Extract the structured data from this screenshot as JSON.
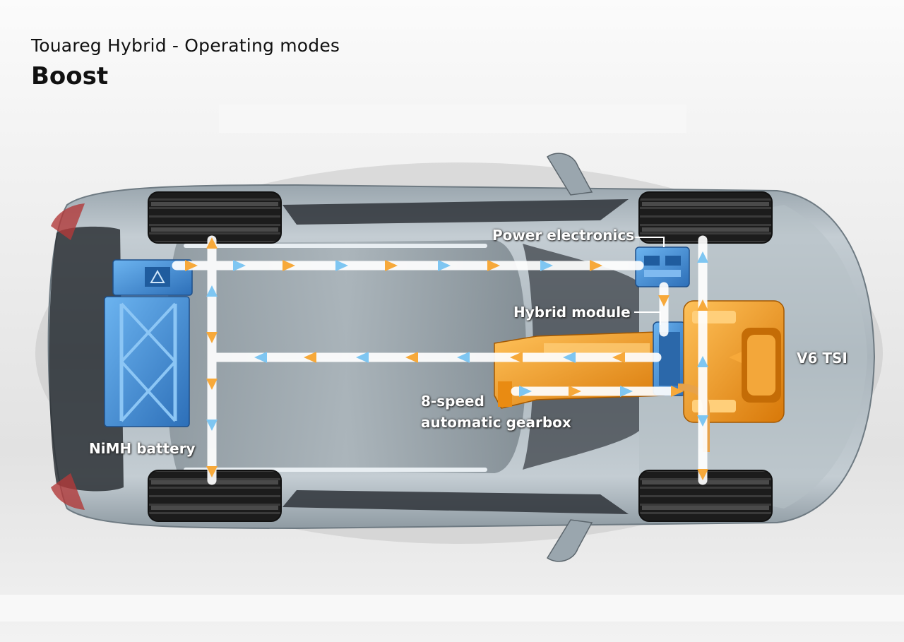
{
  "header": {
    "supertitle": "Touareg Hybrid - Operating modes",
    "mode": "Boost"
  },
  "labels": {
    "power_electronics": "Power electronics",
    "hybrid_module": "Hybrid module",
    "v6_tsi": "V6 TSI",
    "gearbox_line1": "8-speed",
    "gearbox_line2": "automatic gearbox",
    "battery": "NiMH battery"
  },
  "colors": {
    "body": "#b9c4cb",
    "electric": "#3f8fd8",
    "engine": "#f29a1e",
    "flow_electric_arrow": "#7ec6f2",
    "flow_mechanical_arrow": "#f7a93a"
  }
}
